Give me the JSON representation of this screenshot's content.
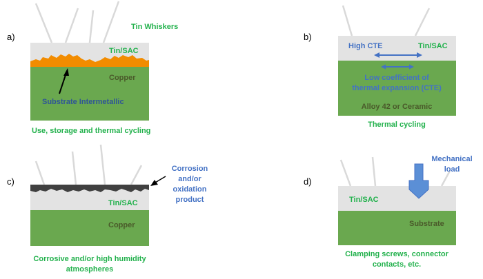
{
  "colors": {
    "green_text": "#22b14c",
    "blue_text": "#4472c4",
    "dark_text": "#4a5a2a",
    "copper_green": "#6aa84f",
    "tin_gray": "#e3e3e3",
    "intermetallic": "#f28c00",
    "oxide": "#404040",
    "whisker": "#d9d9d9"
  },
  "panels": [
    {
      "letter": "a)",
      "whiskers_label": "Tin Whiskers",
      "tin_label": "Tin/SAC",
      "substrate_label": "Copper",
      "imc_label": "Substrate Intermetallic",
      "caption": "Use, storage and thermal cycling"
    },
    {
      "letter": "b)",
      "high_cte_label": "High CTE",
      "tin_label": "Tin/SAC",
      "low_cte_label_1": "Low coefficient of",
      "low_cte_label_2": "thermal expansion (CTE)",
      "substrate_label": "Alloy 42 or Ceramic",
      "caption": "Thermal cycling"
    },
    {
      "letter": "c)",
      "oxide_label_1": "Corrosion",
      "oxide_label_2": "and/or",
      "oxide_label_3": "oxidation",
      "oxide_label_4": "product",
      "tin_label": "Tin/SAC",
      "substrate_label": "Copper",
      "caption_1": "Corrosive and/or high humidity",
      "caption_2": "atmospheres"
    },
    {
      "letter": "d)",
      "load_label_1": "Mechanical",
      "load_label_2": "load",
      "tin_label": "Tin/SAC",
      "substrate_label": "Substrate",
      "caption_1": "Clamping screws, connector",
      "caption_2": "contacts, etc."
    }
  ]
}
